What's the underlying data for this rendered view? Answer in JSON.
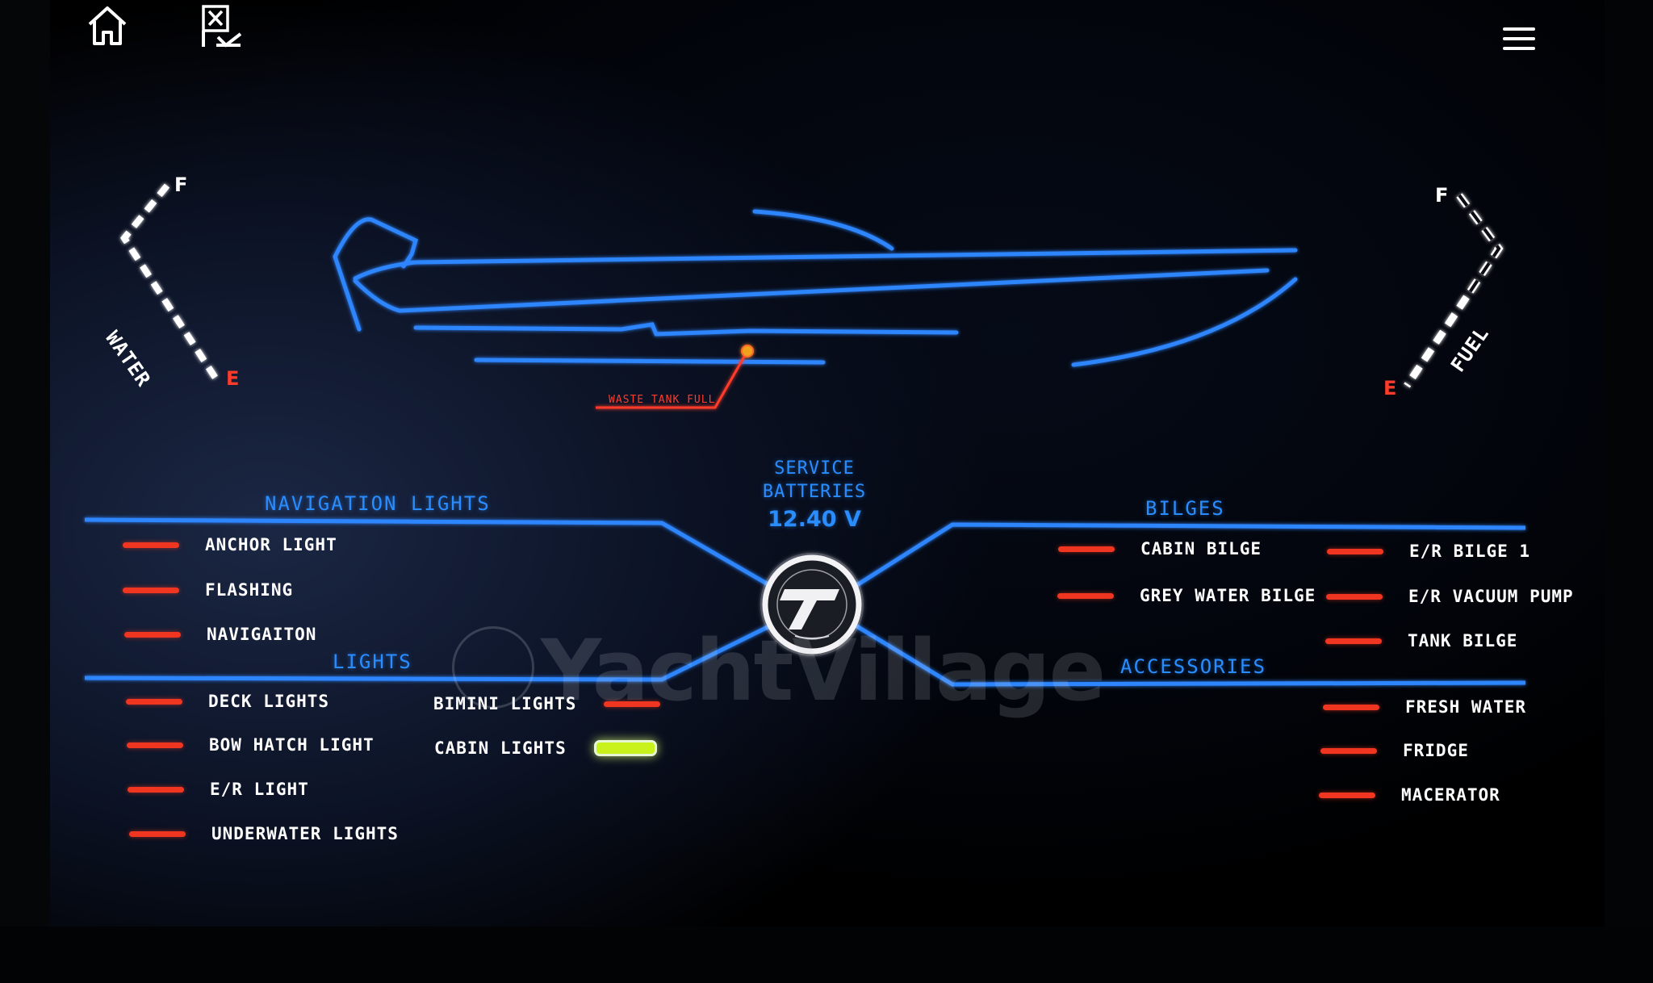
{
  "header": {
    "home_icon": "home-icon",
    "flag_icon": "flag-icon",
    "menu_icon": "hamburger-menu-icon"
  },
  "water_gauge": {
    "full_label": "F",
    "empty_label": "E",
    "name": "WATER",
    "level": 1.0
  },
  "fuel_gauge": {
    "full_label": "F",
    "empty_label": "E",
    "name": "FUEL",
    "level": 0.45
  },
  "boat": {
    "waste_alert": "WASTE TANK FULL"
  },
  "battery": {
    "line1": "SERVICE",
    "line2": "BATTERIES",
    "voltage": "12.40 V"
  },
  "sections": {
    "navigation_lights": "NAVIGATION LIGHTS",
    "lights": "LIGHTS",
    "bilges": "BILGES",
    "accessories": "ACCESSORIES"
  },
  "navigation_lights": [
    {
      "label": "ANCHOR LIGHT",
      "state": "off"
    },
    {
      "label": "FLASHING",
      "state": "off"
    },
    {
      "label": "NAVIGAITON",
      "state": "off"
    }
  ],
  "lights_left": [
    {
      "label": "DECK LIGHTS",
      "state": "off"
    },
    {
      "label": "BOW HATCH LIGHT",
      "state": "off"
    },
    {
      "label": "E/R LIGHT",
      "state": "off"
    },
    {
      "label": "UNDERWATER LIGHTS",
      "state": "off"
    }
  ],
  "lights_right": [
    {
      "label": "BIMINI LIGHTS",
      "state": "off"
    },
    {
      "label": "CABIN LIGHTS",
      "state": "on"
    }
  ],
  "bilges_left": [
    {
      "label": "CABIN BILGE",
      "state": "off"
    },
    {
      "label": "GREY WATER BILGE",
      "state": "off"
    }
  ],
  "bilges_right": [
    {
      "label": "E/R BILGE 1",
      "state": "off"
    },
    {
      "label": "E/R VACUUM PUMP",
      "state": "off"
    },
    {
      "label": "TANK BILGE",
      "state": "off"
    }
  ],
  "accessories": [
    {
      "label": "FRESH WATER",
      "state": "off"
    },
    {
      "label": "FRIDGE",
      "state": "off"
    },
    {
      "label": "MACERATOR",
      "state": "off"
    }
  ],
  "watermark": {
    "text": "YachtVillage"
  },
  "colors": {
    "accent_blue": "#2a8dff",
    "indicator_off": "#f03520",
    "indicator_on": "#c9f21c",
    "gauge_empty": "#ff3b2a"
  }
}
